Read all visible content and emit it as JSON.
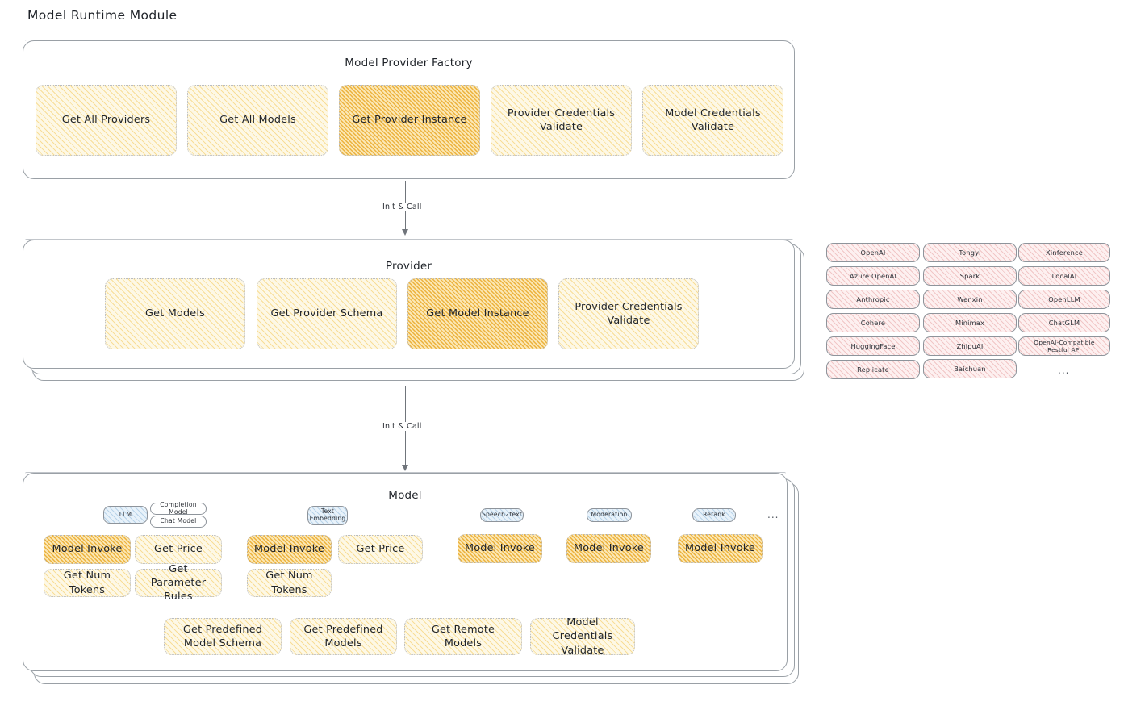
{
  "page": {
    "title": "Model Runtime Module"
  },
  "factory": {
    "title": "Model Provider Factory",
    "items": [
      {
        "label": "Get All Providers",
        "highlighted": false
      },
      {
        "label": "Get All Models",
        "highlighted": false
      },
      {
        "label": "Get Provider Instance",
        "highlighted": true
      },
      {
        "label": "Provider Credentials Validate",
        "highlighted": false
      },
      {
        "label": "Model Credentials Validate",
        "highlighted": false
      }
    ]
  },
  "arrow1": {
    "label": "Init & Call"
  },
  "provider": {
    "title": "Provider",
    "items": [
      {
        "label": "Get Models",
        "highlighted": false
      },
      {
        "label": "Get Provider Schema",
        "highlighted": false
      },
      {
        "label": "Get Model Instance",
        "highlighted": true
      },
      {
        "label": "Provider Credentials Validate",
        "highlighted": false
      }
    ]
  },
  "arrow2": {
    "label": "Init & Call"
  },
  "provider_list": {
    "columns": [
      [
        "OpenAI",
        "Azure OpenAI",
        "Anthropic",
        "Cohere",
        "HuggingFace",
        "Replicate"
      ],
      [
        "Tongyi",
        "Spark",
        "Wenxin",
        "Minimax",
        "ZhipuAI",
        "Baichuan"
      ],
      [
        "Xinference",
        "LocalAI",
        "OpenLLM",
        "ChatGLM",
        "OpenAI-Compatible Restful API"
      ]
    ],
    "more": "..."
  },
  "model": {
    "title": "Model",
    "more": "...",
    "kinds": [
      {
        "name": "LLM",
        "sub": [
          "Completion Model",
          "Chat Model"
        ],
        "methods": [
          {
            "label": "Model Invoke",
            "highlighted": true
          },
          {
            "label": "Get Price",
            "highlighted": false
          },
          {
            "label": "Get Num Tokens",
            "highlighted": false
          },
          {
            "label": "Get Parameter Rules",
            "highlighted": false
          }
        ]
      },
      {
        "name": "Text Embedding",
        "sub": [],
        "methods": [
          {
            "label": "Model Invoke",
            "highlighted": true
          },
          {
            "label": "Get Price",
            "highlighted": false
          },
          {
            "label": "Get Num Tokens",
            "highlighted": false
          }
        ]
      },
      {
        "name": "Speech2text",
        "sub": [],
        "methods": [
          {
            "label": "Model Invoke",
            "highlighted": true
          }
        ]
      },
      {
        "name": "Moderation",
        "sub": [],
        "methods": [
          {
            "label": "Model Invoke",
            "highlighted": true
          }
        ]
      },
      {
        "name": "Rerank",
        "sub": [],
        "methods": [
          {
            "label": "Model Invoke",
            "highlighted": true
          }
        ]
      }
    ],
    "shared": [
      "Get Predefined Model Schema",
      "Get Predefined Models",
      "Get Remote Models",
      "Model Credentials Validate"
    ]
  },
  "colors": {
    "amber_light": "#fdf8e6",
    "amber_strong": "#fbe7b4",
    "pink": "#fdf0f0",
    "blue": "#e8f2fa",
    "outline": "#8e949b",
    "text": "#1f2329"
  }
}
